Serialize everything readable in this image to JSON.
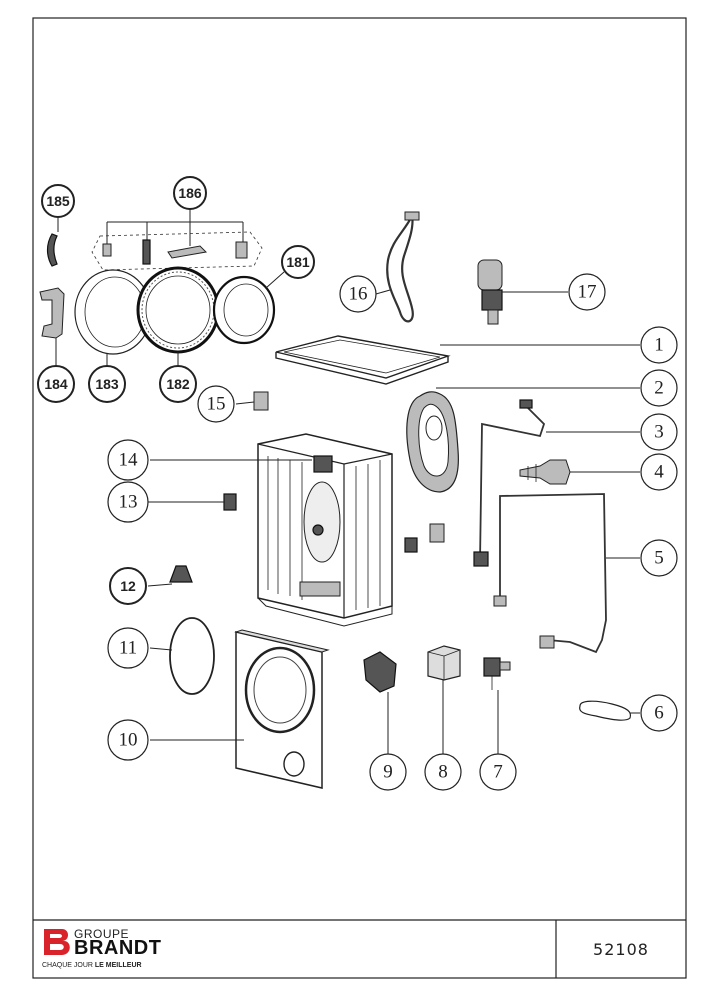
{
  "callouts": [
    {
      "id": "c185",
      "label": "185",
      "style": "bold"
    },
    {
      "id": "c186",
      "label": "186",
      "style": "bold"
    },
    {
      "id": "c181",
      "label": "181",
      "style": "bold"
    },
    {
      "id": "c184",
      "label": "184",
      "style": "bold"
    },
    {
      "id": "c183",
      "label": "183",
      "style": "bold"
    },
    {
      "id": "c182",
      "label": "182",
      "style": "bold"
    },
    {
      "id": "c16",
      "label": "16",
      "style": "serif"
    },
    {
      "id": "c17",
      "label": "17",
      "style": "serif"
    },
    {
      "id": "c1",
      "label": "1",
      "style": "serif"
    },
    {
      "id": "c2",
      "label": "2",
      "style": "serif"
    },
    {
      "id": "c3",
      "label": "3",
      "style": "serif"
    },
    {
      "id": "c4",
      "label": "4",
      "style": "serif"
    },
    {
      "id": "c5",
      "label": "5",
      "style": "serif"
    },
    {
      "id": "c6",
      "label": "6",
      "style": "serif"
    },
    {
      "id": "c7",
      "label": "7",
      "style": "serif"
    },
    {
      "id": "c8",
      "label": "8",
      "style": "serif"
    },
    {
      "id": "c9",
      "label": "9",
      "style": "serif"
    },
    {
      "id": "c10",
      "label": "10",
      "style": "serif"
    },
    {
      "id": "c11",
      "label": "11",
      "style": "serif"
    },
    {
      "id": "c12",
      "label": "12",
      "style": "bold"
    },
    {
      "id": "c13",
      "label": "13",
      "style": "serif"
    },
    {
      "id": "c14",
      "label": "14",
      "style": "serif"
    },
    {
      "id": "c15",
      "label": "15",
      "style": "serif"
    }
  ],
  "footer": {
    "logo_groupe": "GROUPE",
    "logo_brandt": "BRANDT",
    "tagline_regular": "CHAQUE JOUR",
    "tagline_bold": "LE MEILLEUR",
    "reference": "52108",
    "brand_color": "#d8232a"
  }
}
